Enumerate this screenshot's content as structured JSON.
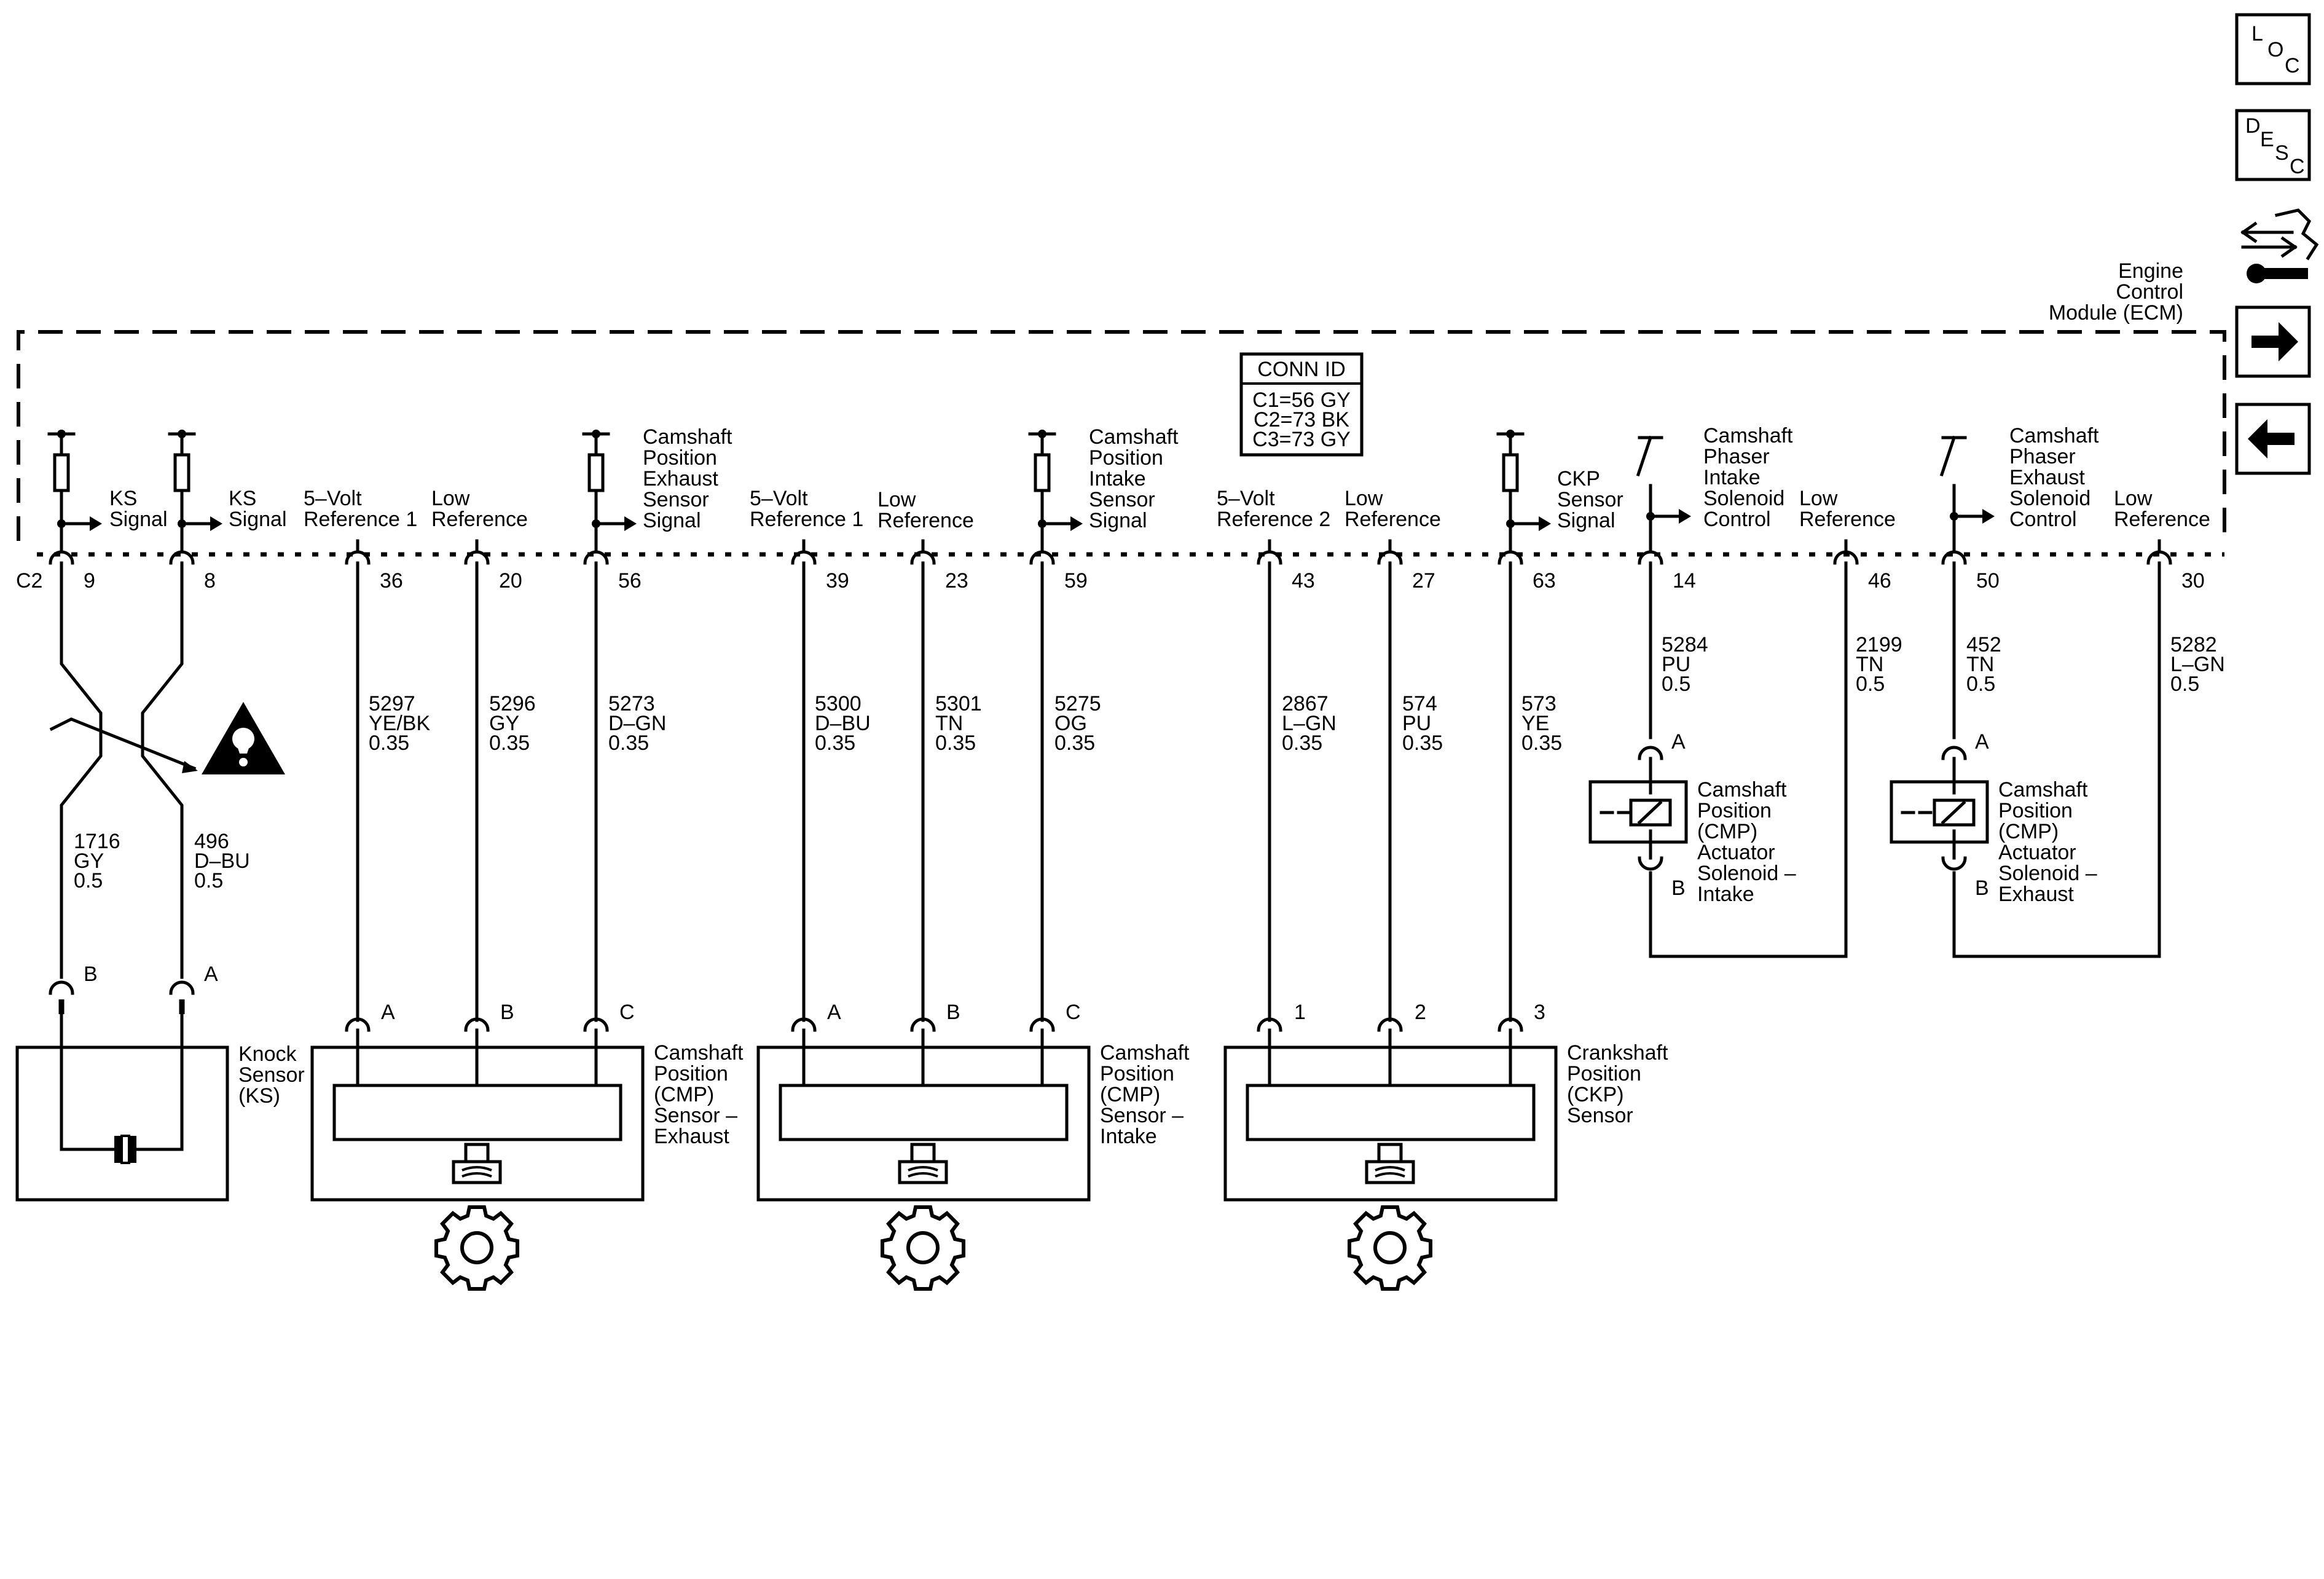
{
  "nav": {
    "loc": {
      "l1": "L",
      "l2": "O",
      "l3": "C"
    },
    "desc": {
      "l1": "D",
      "l2": "E",
      "l3": "S",
      "l4": "C"
    }
  },
  "ecm": {
    "name_lines": [
      "Engine",
      "Control",
      "Module (ECM)"
    ],
    "conn_id": {
      "title": "CONN ID",
      "lines": [
        "C1=56 GY",
        "C2=73 BK",
        "C3=73 GY"
      ]
    },
    "connector": "C2"
  },
  "terminals": [
    {
      "pin": "9",
      "label": [
        "KS",
        "Signal"
      ]
    },
    {
      "pin": "8",
      "label": [
        "KS",
        "Signal"
      ]
    },
    {
      "pin": "36",
      "label": [
        "5–Volt",
        "Reference 1"
      ]
    },
    {
      "pin": "20",
      "label": [
        "Low",
        "Reference"
      ]
    },
    {
      "pin": "56",
      "label": [
        "Camshaft",
        "Position",
        "Exhaust",
        "Sensor",
        "Signal"
      ]
    },
    {
      "pin": "39",
      "label": [
        "5–Volt",
        "Reference 1"
      ]
    },
    {
      "pin": "23",
      "label": [
        "Low",
        "Reference"
      ]
    },
    {
      "pin": "59",
      "label": [
        "Camshaft",
        "Position",
        "Intake",
        "Sensor",
        "Signal"
      ]
    },
    {
      "pin": "43",
      "label": [
        "5–Volt",
        "Reference 2"
      ]
    },
    {
      "pin": "27",
      "label": [
        "Low",
        "Reference"
      ]
    },
    {
      "pin": "63",
      "label": [
        "CKP",
        "Sensor",
        "Signal"
      ]
    },
    {
      "pin": "14",
      "label": [
        "Camshaft",
        "Phaser",
        "Intake",
        "Solenoid",
        "Control"
      ]
    },
    {
      "pin": "46",
      "label": [
        "Low",
        "Reference"
      ]
    },
    {
      "pin": "50",
      "label": [
        "Camshaft",
        "Phaser",
        "Exhaust",
        "Solenoid",
        "Control"
      ]
    },
    {
      "pin": "30",
      "label": [
        "Low",
        "Reference"
      ]
    }
  ],
  "wires": [
    {
      "circuit": "1716",
      "color": "GY",
      "gauge": "0.5"
    },
    {
      "circuit": "496",
      "color": "D–BU",
      "gauge": "0.5"
    },
    {
      "circuit": "5297",
      "color": "YE/BK",
      "gauge": "0.35"
    },
    {
      "circuit": "5296",
      "color": "GY",
      "gauge": "0.35"
    },
    {
      "circuit": "5273",
      "color": "D–GN",
      "gauge": "0.35"
    },
    {
      "circuit": "5300",
      "color": "D–BU",
      "gauge": "0.35"
    },
    {
      "circuit": "5301",
      "color": "TN",
      "gauge": "0.35"
    },
    {
      "circuit": "5275",
      "color": "OG",
      "gauge": "0.35"
    },
    {
      "circuit": "2867",
      "color": "L–GN",
      "gauge": "0.35"
    },
    {
      "circuit": "574",
      "color": "PU",
      "gauge": "0.35"
    },
    {
      "circuit": "573",
      "color": "YE",
      "gauge": "0.35"
    },
    {
      "circuit": "5284",
      "color": "PU",
      "gauge": "0.5"
    },
    {
      "circuit": "2199",
      "color": "TN",
      "gauge": "0.5"
    },
    {
      "circuit": "452",
      "color": "TN",
      "gauge": "0.5"
    },
    {
      "circuit": "5282",
      "color": "L–GN",
      "gauge": "0.5"
    }
  ],
  "components": {
    "knock_sensor": {
      "name": [
        "Knock",
        "Sensor",
        "(KS)"
      ],
      "pins": [
        "B",
        "A"
      ]
    },
    "cmp_exhaust": {
      "name": [
        "Camshaft",
        "Position",
        "(CMP)",
        "Sensor –",
        "Exhaust"
      ],
      "pins": [
        "A",
        "B",
        "C"
      ]
    },
    "cmp_intake": {
      "name": [
        "Camshaft",
        "Position",
        "(CMP)",
        "Sensor –",
        "Intake"
      ],
      "pins": [
        "A",
        "B",
        "C"
      ]
    },
    "ckp": {
      "name": [
        "Crankshaft",
        "Position",
        "(CKP)",
        "Sensor"
      ],
      "pins": [
        "1",
        "2",
        "3"
      ]
    },
    "sol_intake": {
      "name": [
        "Camshaft",
        "Position",
        "(CMP)",
        "Actuator",
        "Solenoid –",
        "Intake"
      ],
      "pins": [
        "A",
        "B"
      ]
    },
    "sol_exhaust": {
      "name": [
        "Camshaft",
        "Position",
        "(CMP)",
        "Actuator",
        "Solenoid –",
        "Exhaust"
      ],
      "pins": [
        "A",
        "B"
      ]
    }
  },
  "colors": {
    "line": "#000000",
    "background": "#ffffff"
  },
  "icons": [
    "loc-icon",
    "desc-icon",
    "schematic-tool-icon",
    "next-arrow-icon",
    "prev-arrow-icon",
    "warning-icon",
    "gear-icon"
  ]
}
